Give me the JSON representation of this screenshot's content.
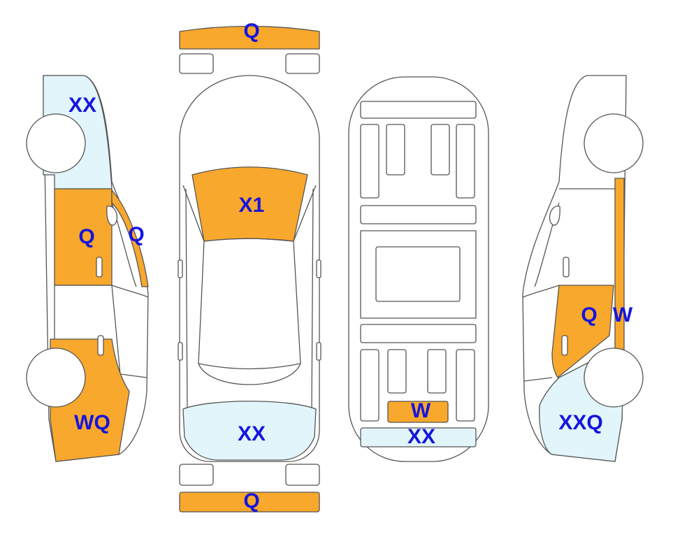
{
  "colors": {
    "damage_orange": "#F8A82C",
    "light_blue": "#E1F5FA",
    "outline": "#555555",
    "label_blue": "#1515DD"
  },
  "labels": {
    "front_bumper": "Q",
    "rear_bumper": "Q",
    "hood": "X1",
    "rear_top": "XX",
    "under_rear_plate": "W",
    "under_rear_edge": "XX",
    "left_front_fender": "XX",
    "left_front_door": "Q",
    "left_a_pillar": "Q",
    "left_rear_quarter": "WQ",
    "right_rear_door": "Q",
    "right_b_pillar": "W",
    "right_rear_quarter": "XXQ"
  }
}
